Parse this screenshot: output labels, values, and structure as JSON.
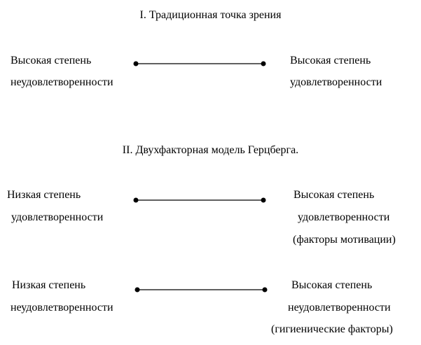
{
  "section1": {
    "title": "I. Традиционная точка зрения",
    "left": [
      "Высокая степень",
      "неудовлетворенности"
    ],
    "right": [
      "Высокая степень",
      "удовлетворенности"
    ]
  },
  "section2": {
    "title": "II. Двухфакторная модель Герцберга.",
    "row1": {
      "left": [
        "Низкая степень",
        "удовлетворенности"
      ],
      "right": [
        "Высокая степень",
        "удовлетворенности",
        "(факторы мотивации)"
      ]
    },
    "row2": {
      "left": [
        "Низкая степень",
        "неудовлетворенности"
      ],
      "right": [
        "Высокая степень",
        "неудовлетворенности",
        "(гигиенические факторы)"
      ]
    }
  }
}
